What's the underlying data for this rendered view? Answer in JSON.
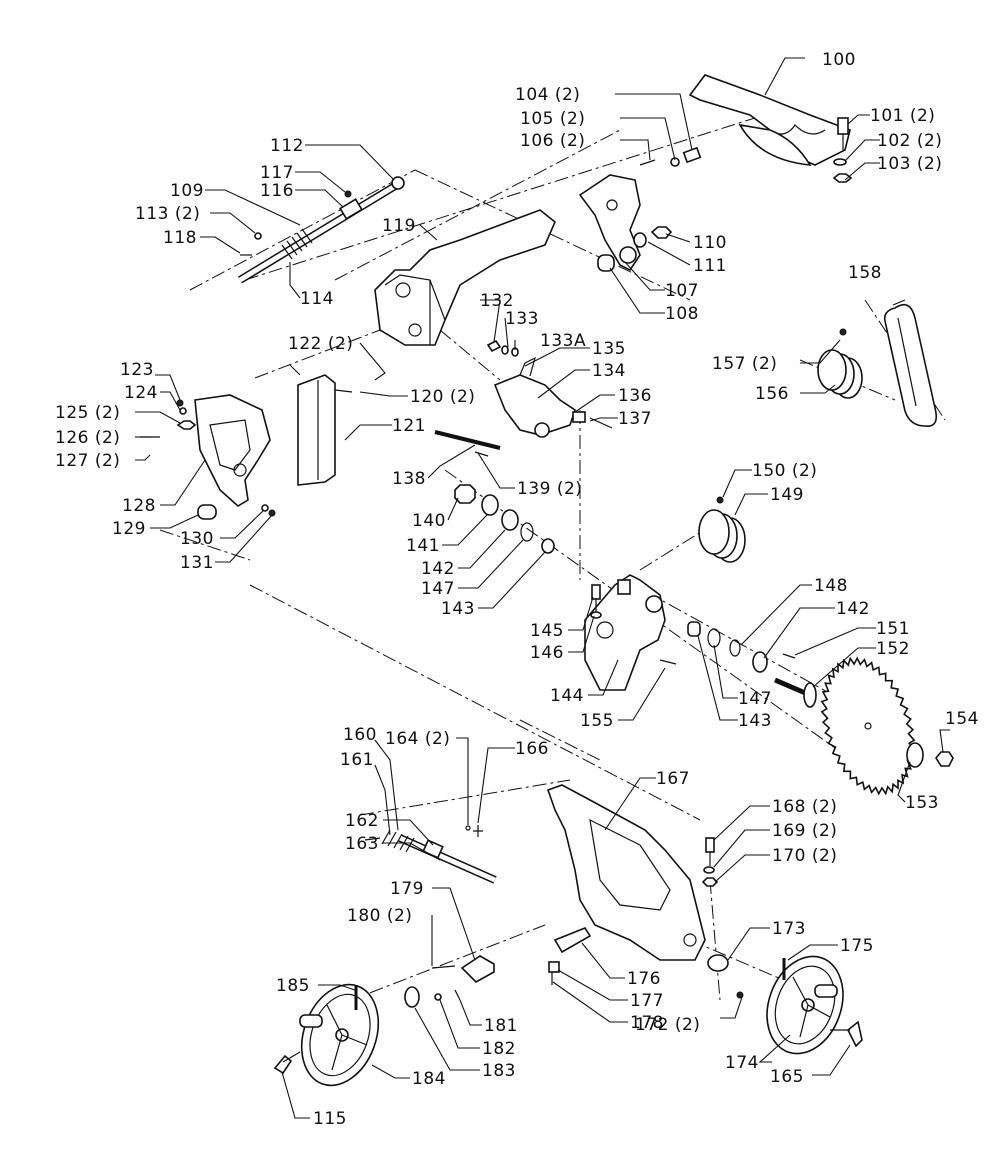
{
  "diagram": {
    "labels": {
      "p100": "100",
      "p101": "101 (2)",
      "p102": "102 (2)",
      "p103": "103 (2)",
      "p104": "104 (2)",
      "p105": "105 (2)",
      "p106": "106 (2)",
      "p107": "107",
      "p108": "108",
      "p109": "109",
      "p110": "110",
      "p111": "111",
      "p112": "112",
      "p113": "113 (2)",
      "p114": "114",
      "p115": "115",
      "p116": "116",
      "p117": "117",
      "p118": "118",
      "p119": "119",
      "p120": "120 (2)",
      "p121": "121",
      "p122": "122 (2)",
      "p123": "123",
      "p124": "124",
      "p125": "125 (2)",
      "p126": "126 (2)",
      "p127": "127 (2)",
      "p128": "128",
      "p129": "129",
      "p130": "130",
      "p131": "131",
      "p132": "132",
      "p133": "133",
      "p133a": "133A",
      "p134": "134",
      "p135": "135",
      "p136": "136",
      "p137": "137",
      "p138": "138",
      "p139": "139 (2)",
      "p140": "140",
      "p141": "141",
      "p142a": "142",
      "p142b": "142",
      "p143a": "143",
      "p143b": "143",
      "p144": "144",
      "p145": "145",
      "p146": "146",
      "p147a": "147",
      "p147b": "147",
      "p148": "148",
      "p149": "149",
      "p150": "150 (2)",
      "p151": "151",
      "p152": "152",
      "p153": "153",
      "p154": "154",
      "p155": "155",
      "p156": "156",
      "p157": "157 (2)",
      "p158": "158",
      "p160": "160",
      "p161": "161",
      "p162": "162",
      "p163": "163",
      "p164": "164 (2)",
      "p165": "165",
      "p166": "166",
      "p167": "167",
      "p168": "168 (2)",
      "p169": "169 (2)",
      "p170": "170 (2)",
      "p172": "172 (2)",
      "p173": "173",
      "p174": "174",
      "p175": "175",
      "p176": "176",
      "p177": "177",
      "p178": "178",
      "p179": "179",
      "p180": "180 (2)",
      "p181": "181",
      "p182": "182",
      "p183": "183",
      "p184": "184",
      "p185": "185"
    }
  }
}
